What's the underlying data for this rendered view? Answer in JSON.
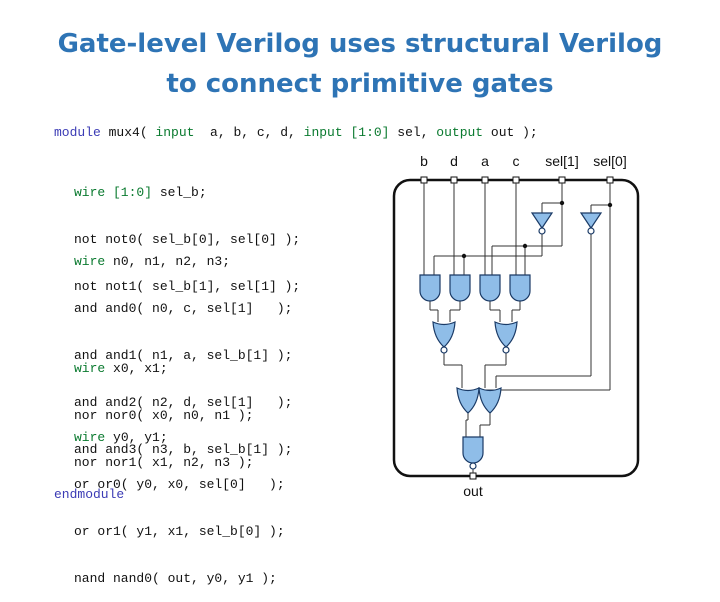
{
  "title": {
    "line1": "Gate-level Verilog uses structural Verilog",
    "line2": "to connect primitive gates"
  },
  "code": {
    "module": {
      "kw": "module",
      "name": " mux4( ",
      "kw_input1": "input",
      "args1": "  a, b, c, d, ",
      "kw_input2": "input [1:0]",
      "args2": " sel, ",
      "kw_output": "output",
      "args3": " out );"
    },
    "block1": [
      {
        "kw": "wire [1:0]",
        "rest": " sel_b;"
      },
      {
        "kw": "",
        "rest": "not not0( sel_b[0], sel[0] );"
      },
      {
        "kw": "",
        "rest": "not not1( sel_b[1], sel[1] );"
      }
    ],
    "block2": [
      {
        "kw": "wire",
        "rest": " n0, n1, n2, n3;"
      },
      {
        "kw": "",
        "rest": "and and0( n0, c, sel[1]   );"
      },
      {
        "kw": "",
        "rest": "and and1( n1, a, sel_b[1] );"
      },
      {
        "kw": "",
        "rest": "and and2( n2, d, sel[1]   );"
      },
      {
        "kw": "",
        "rest": "and and3( n3, b, sel_b[1] );"
      }
    ],
    "block3": [
      {
        "kw": "wire",
        "rest": " x0, x1;"
      },
      {
        "kw": "",
        "rest": "nor nor0( x0, n0, n1 );"
      },
      {
        "kw": "",
        "rest": "nor nor1( x1, n2, n3 );"
      }
    ],
    "block4": [
      {
        "kw": "wire",
        "rest": " y0, y1;"
      },
      {
        "kw": "",
        "rest": "or or0( y0, x0, sel[0]   );"
      },
      {
        "kw": "",
        "rest": "or or1( y1, x1, sel_b[0] );"
      },
      {
        "kw": "",
        "rest": "nand nand0( out, y0, y1 );"
      }
    ],
    "endmodule": "endmodule"
  },
  "diagram": {
    "inputs": [
      "b",
      "d",
      "a",
      "c",
      "sel[1]",
      "sel[0]"
    ],
    "output": "out",
    "gate_fill": "#8fbde8",
    "gate_stroke": "#1a3a66"
  }
}
